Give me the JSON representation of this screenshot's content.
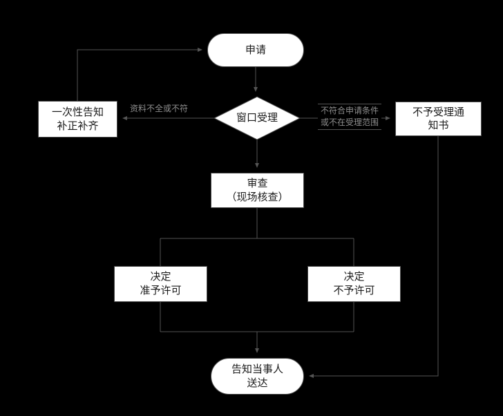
{
  "diagram": {
    "background": "#000000",
    "connector_color": "#555555",
    "node_fill": "#ffffff",
    "node_border": "#4e4e4e",
    "node_text_color": "#1a1a1a",
    "edge_label_color": "#8f8f8f",
    "nodes": {
      "apply": {
        "label": "申请"
      },
      "notify_correct": {
        "lines": [
          "一次性告知",
          "补正补齐"
        ]
      },
      "window_accept": {
        "label": "窗口受理"
      },
      "rejection_notice": {
        "lines": [
          "不予受理通",
          "知书"
        ]
      },
      "review": {
        "lines": [
          "审查",
          "（现场核查）"
        ]
      },
      "decision_grant": {
        "lines": [
          "决定",
          "准予许可"
        ]
      },
      "decision_deny": {
        "lines": [
          "决定",
          "不予许可"
        ]
      },
      "inform_deliver": {
        "lines": [
          "告知当事人",
          "送达"
        ]
      }
    },
    "edge_labels": {
      "incomplete": {
        "label": "资料不全或不符"
      },
      "reject_conditions": {
        "lines": [
          "不符合申请条件",
          "或不在受理范围"
        ]
      }
    }
  }
}
